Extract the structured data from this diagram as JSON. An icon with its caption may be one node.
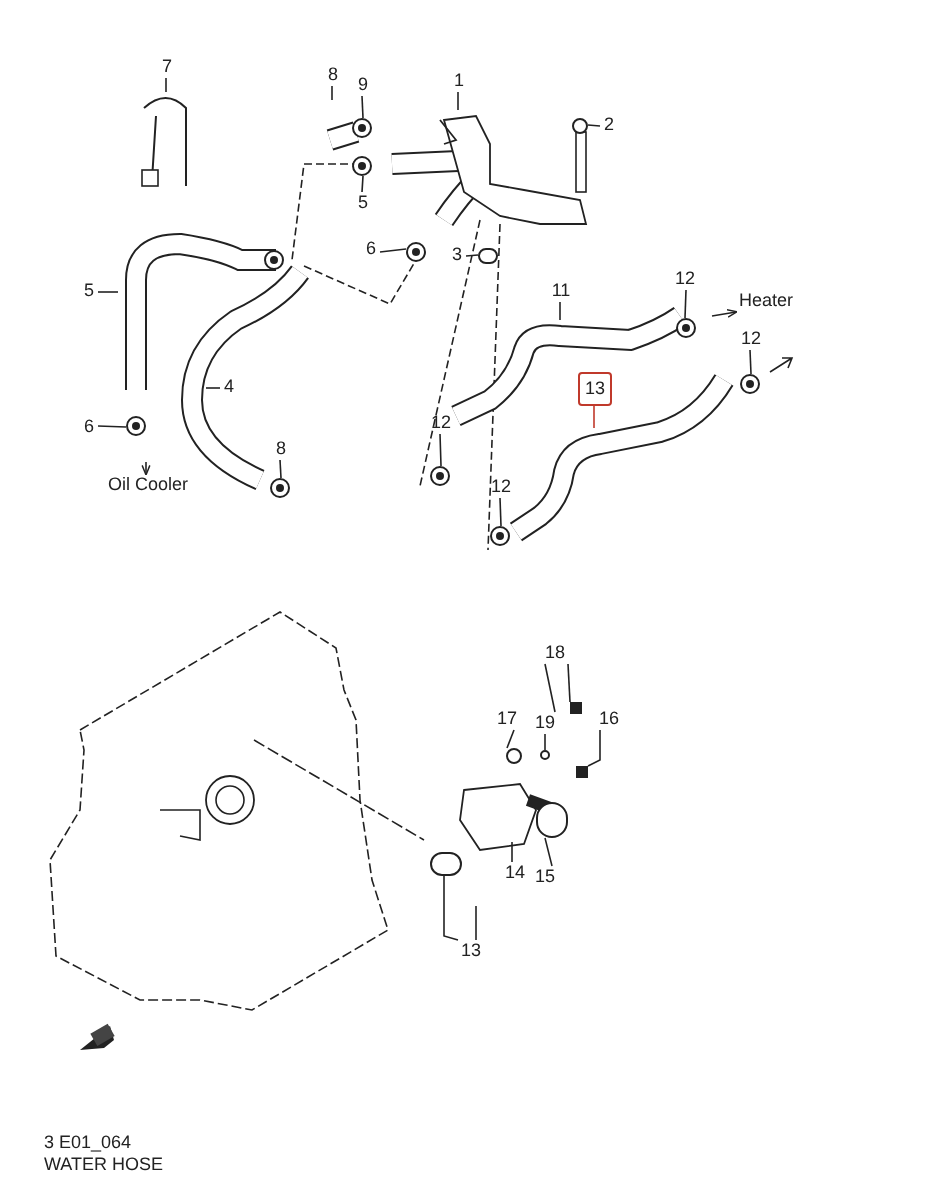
{
  "diagram": {
    "nodes": [
      {
        "text": [
          "7"
        ]
      },
      {
        "text": [
          "8"
        ]
      },
      {
        "text": [
          "9"
        ]
      },
      {
        "text": [
          "1"
        ]
      },
      {
        "text": [
          "2"
        ]
      },
      {
        "text": [
          "5"
        ]
      },
      {
        "text": [
          "5"
        ]
      },
      {
        "text": [
          "6"
        ]
      },
      {
        "text": [
          "3"
        ]
      },
      {
        "text": [
          "12"
        ]
      },
      {
        "text": [
          "Heater"
        ]
      },
      {
        "text": [
          "11"
        ]
      },
      {
        "text": [
          "4"
        ]
      },
      {
        "text": [
          "13"
        ]
      },
      {
        "text": [
          "12"
        ]
      },
      {
        "text": [
          "6"
        ]
      },
      {
        "text": [
          "8"
        ]
      },
      {
        "text": [
          "12"
        ]
      },
      {
        "text": [
          "Oil Cooler"
        ]
      },
      {
        "text": [
          "12"
        ]
      },
      {
        "text": [
          "18"
        ]
      },
      {
        "text": [
          "17"
        ]
      },
      {
        "text": [
          "19"
        ]
      },
      {
        "text": [
          "16"
        ]
      },
      {
        "text": [
          "15"
        ]
      },
      {
        "text": [
          "14"
        ]
      },
      {
        "text": [
          "13"
        ]
      },
      {
        "text": [],
        "shape": "circle"
      },
      {
        "text": [],
        "shape": "circle"
      },
      {
        "text": [],
        "shape": "circle"
      },
      {
        "text": [],
        "shape": "circle"
      },
      {
        "text": [],
        "shape": "circle"
      },
      {
        "text": [],
        "shape": "circle"
      },
      {
        "text": [],
        "shape": "circle"
      },
      {
        "text": [],
        "shape": "circle"
      },
      {
        "text": [],
        "shape": "circle"
      },
      {
        "text": [],
        "shape": "circle"
      },
      {
        "text": [],
        "shape": "circle"
      },
      {
        "text": [],
        "shape": "circle"
      },
      {
        "text": [],
        "shape": "circle"
      },
      {
        "text": [],
        "shape": "circle"
      },
      {
        "text": [],
        "shape": "box"
      },
      {
        "text": [],
        "shape": "circle"
      },
      {
        "text": [],
        "shape": "circle"
      },
      {
        "text": [],
        "shape": "box"
      }
    ],
    "edges": [
      {
        "from": 0,
        "to": null,
        "arrow": "none"
      },
      {
        "from": 1,
        "to": null,
        "arrow": "none"
      },
      {
        "from": 2,
        "to": 27,
        "arrow": "none"
      },
      {
        "from": 3,
        "to": null,
        "arrow": "none"
      },
      {
        "from": 4,
        "to": 37,
        "arrow": "none"
      },
      {
        "from": 5,
        "to": 28,
        "arrow": "none"
      },
      {
        "from": 6,
        "to": null,
        "arrow": "none"
      },
      {
        "from": 7,
        "to": 29,
        "arrow": "none"
      },
      {
        "from": 8,
        "to": 38,
        "arrow": "none"
      },
      {
        "from": 9,
        "to": 35,
        "arrow": "none"
      },
      {
        "from": null,
        "to": 10,
        "arrow": "to"
      },
      {
        "from": 11,
        "to": null,
        "arrow": "none"
      },
      {
        "from": 12,
        "to": null,
        "arrow": "none"
      },
      {
        "from": 13,
        "to": null,
        "arrow": "none",
        "color": "#c0392b"
      },
      {
        "from": 14,
        "to": 36,
        "arrow": "none"
      },
      {
        "from": 15,
        "to": 31,
        "arrow": "none"
      },
      {
        "from": 16,
        "to": 32,
        "arrow": "none"
      },
      {
        "from": 17,
        "to": 33,
        "arrow": "none"
      },
      {
        "from": null,
        "to": 18,
        "arrow": "to"
      },
      {
        "from": 19,
        "to": 34,
        "arrow": "none"
      },
      {
        "from": 20,
        "to": 22,
        "arrow": "none"
      },
      {
        "from": 20,
        "to": 41,
        "arrow": "none"
      },
      {
        "from": 21,
        "to": 40,
        "arrow": "none"
      },
      {
        "from": 22,
        "to": 39,
        "arrow": "none"
      },
      {
        "from": 23,
        "to": 44,
        "arrow": "none"
      },
      {
        "from": 24,
        "to": 43,
        "arrow": "none"
      },
      {
        "from": 25,
        "to": null,
        "arrow": "none"
      },
      {
        "from": 26,
        "to": 42,
        "arrow": "none"
      },
      {
        "from": 26,
        "to": null,
        "arrow": "none"
      }
    ],
    "labels": [
      "3 E01_064",
      "WATER HOSE"
    ]
  }
}
